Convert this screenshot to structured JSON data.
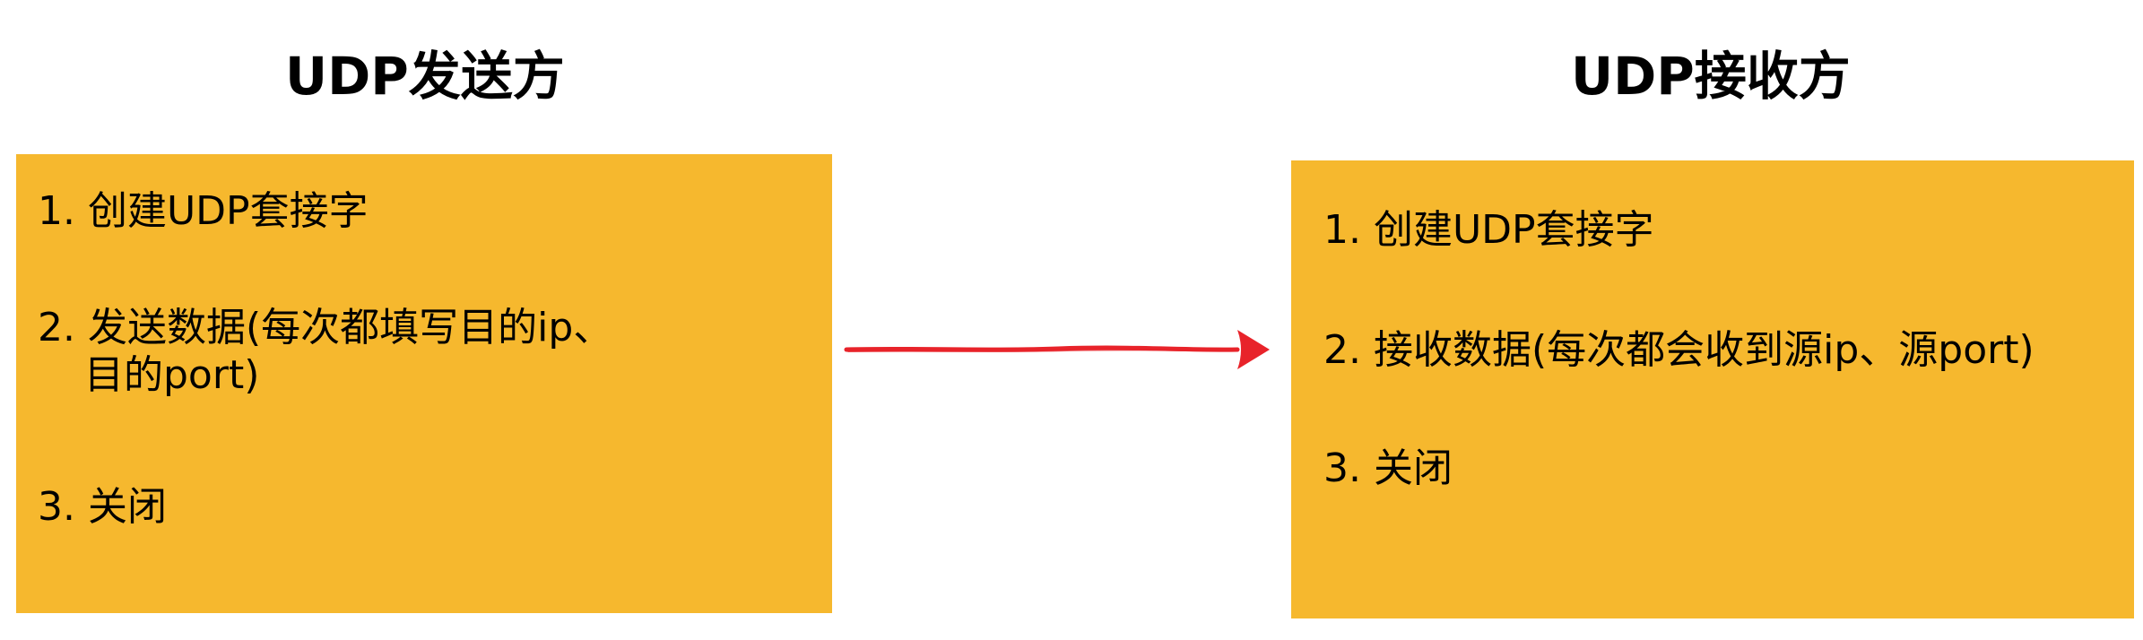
{
  "sender": {
    "title": "UDP发送方",
    "steps": [
      "1. 创建UDP套接字",
      "2. 发送数据(每次都填写目的ip、",
      "目的port)",
      "3. 关闭"
    ]
  },
  "receiver": {
    "title": "UDP接收方",
    "steps": [
      "1. 创建UDP套接字",
      "2. 接收数据(每次都会收到源ip、源port)",
      "3. 关闭"
    ]
  },
  "colors": {
    "box_fill": "#f6b82e",
    "arrow": "#e8232a",
    "text": "#000000"
  }
}
